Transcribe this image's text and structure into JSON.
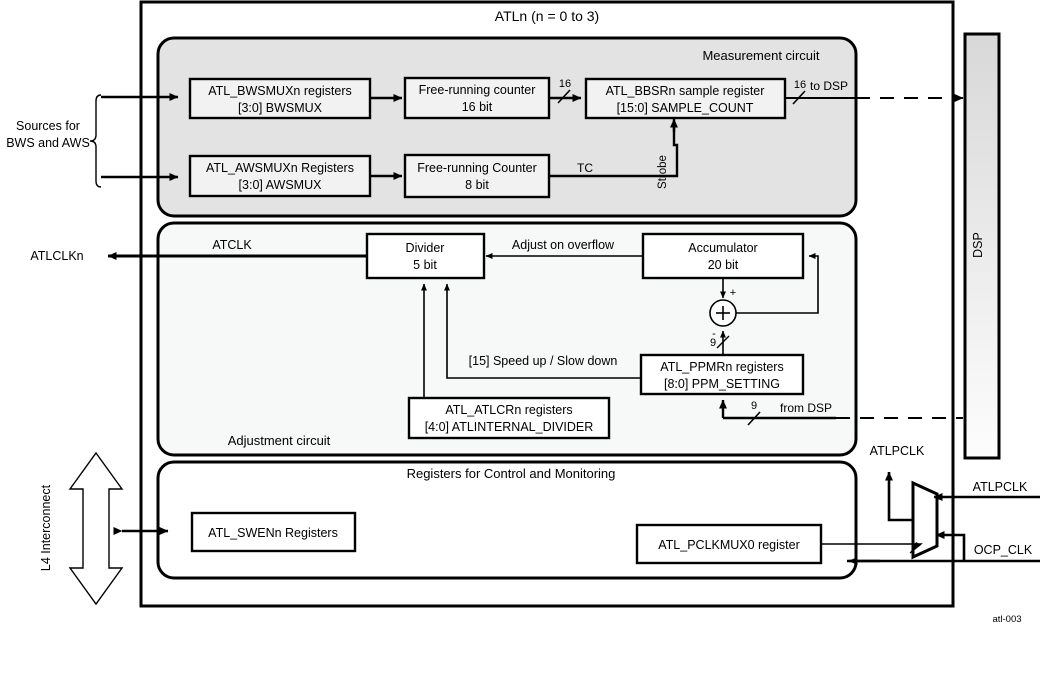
{
  "diagram": {
    "title": "ATLn (n = 0 to 3)",
    "footer_id": "atl-003"
  },
  "groups": {
    "measurement": {
      "label": "Measurement circuit",
      "fill": "#e3e3e3"
    },
    "adjustment": {
      "label": "Adjustment circuit",
      "fill": "#f7f8f8"
    },
    "registers": {
      "label": "Registers for Control and Monitoring",
      "fill": "#ffffff"
    }
  },
  "blocks": {
    "bwsmux": {
      "line1": "ATL_BWSMUXn registers",
      "line2": "[3:0] BWSMUX"
    },
    "awsmux": {
      "line1": "ATL_AWSMUXn Registers",
      "line2": "[3:0] AWSMUX"
    },
    "counter16": {
      "line1": "Free-running counter",
      "line2": "16 bit"
    },
    "counter8": {
      "line1": "Free-running Counter",
      "line2": "8 bit"
    },
    "bbsr": {
      "line1": "ATL_BBSRn sample register",
      "line2": "[15:0] SAMPLE_COUNT"
    },
    "divider": {
      "line1": "Divider",
      "line2": "5 bit"
    },
    "accumulator": {
      "line1": "Accumulator",
      "line2": "20 bit"
    },
    "ppmr": {
      "line1": "ATL_PPMRn registers",
      "line2": "[8:0] PPM_SETTING"
    },
    "atlcr": {
      "line1": "ATL_ATLCRn registers",
      "line2": "[4:0] ATLINTERNAL_DIVIDER"
    },
    "swen": {
      "line1": "ATL_SWENn Registers"
    },
    "pclkmux": {
      "line1": "ATL_PCLKMUX0 register"
    },
    "dsp": {
      "line1": "DSP"
    }
  },
  "signals": {
    "sources": {
      "line1": "Sources for",
      "line2": "BWS and AWS"
    },
    "bus16_a": "16",
    "bus16_b": "16",
    "to_dsp": "to DSP",
    "from_dsp": "from DSP",
    "bus9_a": "9",
    "bus9_b": "9",
    "tc": "TC",
    "strobe": "Strobe",
    "atclk": "ATCLK",
    "atlclkn": "ATLCLKn",
    "adjust_on_overflow": "Adjust on overflow",
    "speed_slow": "[15] Speed up / Slow down",
    "plus": "+",
    "minus": "-",
    "sum": "+",
    "l4": "L4 Interconnect",
    "atlpclk_out": "ATLPCLK",
    "atlpclk_in": "ATLPCLK",
    "ocp_clk": "OCP_CLK"
  },
  "colors": {
    "stroke": "#000000",
    "box_fill": "#f2f2f2",
    "white": "#ffffff",
    "dsp_fill_top": "#d8d8d8",
    "dsp_fill_bottom": "#fdfdfd"
  }
}
